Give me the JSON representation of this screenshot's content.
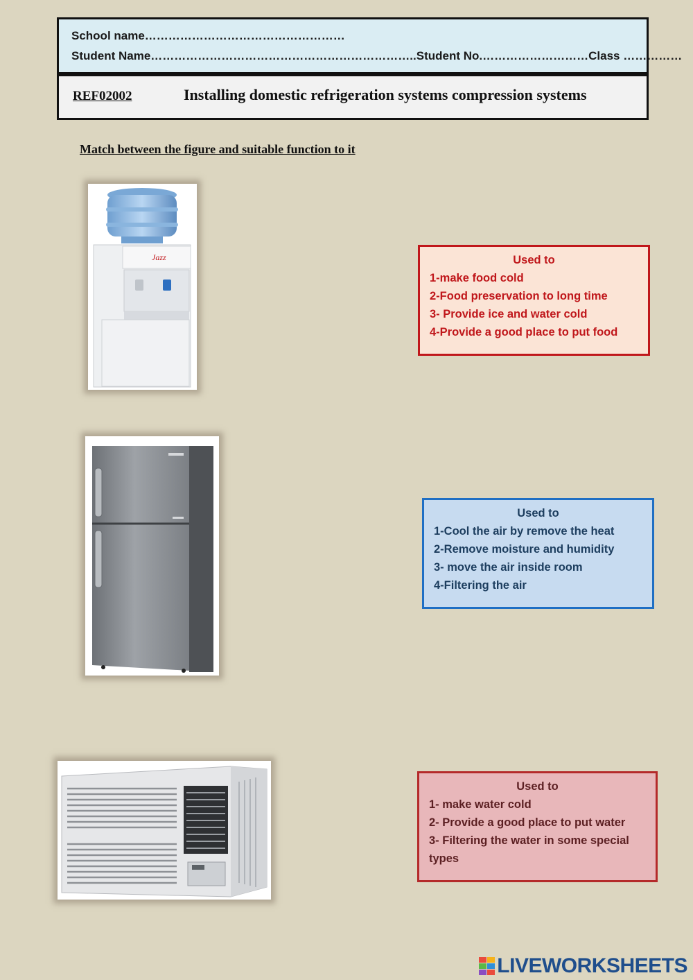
{
  "header": {
    "school_line": "School name……………………………………………",
    "student_line": "Student Name…………………………………………………………..Student No.………………………Class ……………"
  },
  "course": {
    "code": "REF02002",
    "title": "Installing domestic refrigeration systems compression systems"
  },
  "instruction": "Match between the figure and suitable function to it",
  "figures": [
    {
      "icon": "water-dispenser-icon"
    },
    {
      "icon": "refrigerator-icon"
    },
    {
      "icon": "window-air-conditioner-icon"
    }
  ],
  "cards": [
    {
      "title": "Used to",
      "items": [
        "1-make food cold",
        "2-Food preservation to long time",
        "3- Provide ice and water cold",
        "4-Provide a good place to put food"
      ],
      "color": "#c0171b"
    },
    {
      "title": "Used to",
      "items": [
        "1-Cool the air by remove the heat",
        "2-Remove moisture and humidity",
        "3- move the air inside room",
        "4-Filtering the air"
      ],
      "color": "#1f6fc4"
    },
    {
      "title": "Used to",
      "items": [
        "1- make water cold",
        "2- Provide a good place to put water",
        "3- Filtering the water in some special types"
      ],
      "color": "#b42a2a"
    }
  ],
  "footer": {
    "brand": "LIVEWORKSHEETS",
    "brand_color": "#1f4e8c"
  }
}
